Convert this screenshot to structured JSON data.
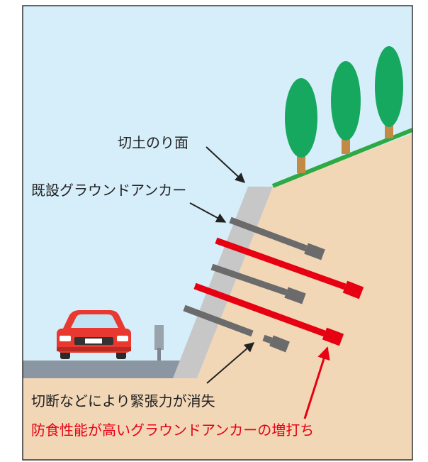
{
  "labels": {
    "cut_slope": "切土のり面",
    "existing_anchor": "既設グラウンドアンカー",
    "tension_loss": "切断などにより緊張力が消失",
    "new_anchor": "防食性能が高いグラウンドアンカーの増打ち"
  },
  "colors": {
    "sky": "#d6eefa",
    "soil": "#f2d7b7",
    "grass": "#2eaa45",
    "tree_crown": "#17a85f",
    "tree_trunk": "#c28a45",
    "road": "#8a96a2",
    "concrete": "#c7c7c7",
    "existing_anchor": "#6b6b6b",
    "new_anchor": "#e60012",
    "car_body": "#e8382f",
    "text_main": "#222222",
    "text_accent": "#e60012",
    "frame": "#333333"
  },
  "icons": {
    "car": "car-icon",
    "tree": "tree-icon",
    "sign": "signpost-icon"
  }
}
